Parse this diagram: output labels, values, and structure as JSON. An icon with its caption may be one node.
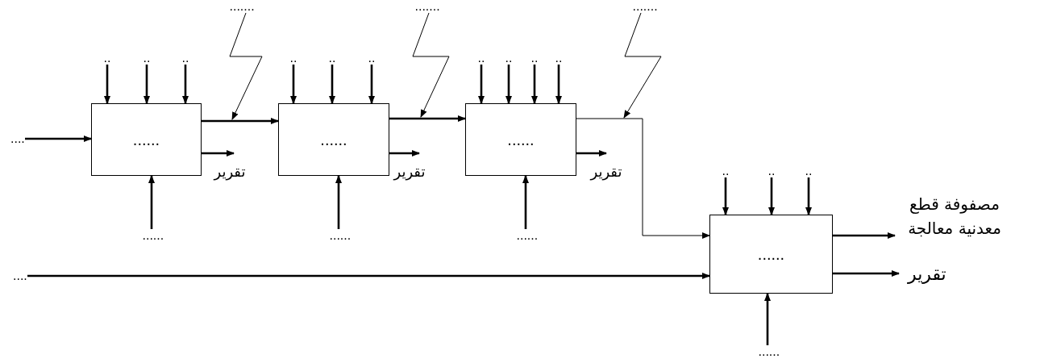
{
  "diagram": {
    "nodes": [
      {
        "text": [
          "...."
        ]
      },
      {
        "text": [
          "......"
        ]
      },
      {
        "text": [
          "......"
        ]
      },
      {
        "text": [
          "......"
        ]
      },
      {
        "text": [
          "......"
        ]
      },
      {
        "text": [
          ".."
        ]
      },
      {
        "text": [
          ".."
        ]
      },
      {
        "text": [
          ".."
        ]
      },
      {
        "text": [
          ".."
        ]
      },
      {
        "text": [
          ".."
        ]
      },
      {
        "text": [
          ".."
        ]
      },
      {
        "text": [
          ".."
        ]
      },
      {
        "text": [
          ".."
        ]
      },
      {
        "text": [
          ".."
        ]
      },
      {
        "text": [
          ".."
        ]
      },
      {
        "text": [
          ".."
        ]
      },
      {
        "text": [
          ".."
        ]
      },
      {
        "text": [
          ".."
        ]
      },
      {
        "text": [
          "......"
        ]
      },
      {
        "text": [
          "......"
        ]
      },
      {
        "text": [
          "......"
        ]
      },
      {
        "text": [
          "......"
        ]
      },
      {
        "text": [
          "......."
        ]
      },
      {
        "text": [
          "......."
        ]
      },
      {
        "text": [
          "......."
        ]
      },
      {
        "text": [
          "تقرير"
        ]
      },
      {
        "text": [
          "تقرير"
        ]
      },
      {
        "text": [
          "تقرير"
        ]
      },
      {
        "text": [
          "...."
        ]
      },
      {
        "text": [
          "مصفوفة قطع معدنية معالجة"
        ]
      },
      {
        "text": [
          "تقرير"
        ]
      }
    ],
    "edges": [
      {
        "from": 0,
        "to": 1,
        "arrow": "to"
      },
      {
        "from": 1,
        "to": 2,
        "arrow": "to"
      },
      {
        "from": 2,
        "to": 3,
        "arrow": "to"
      },
      {
        "from": 3,
        "to": 4,
        "arrow": "to"
      },
      {
        "from": 5,
        "to": 1,
        "arrow": "to"
      },
      {
        "from": 6,
        "to": 1,
        "arrow": "to"
      },
      {
        "from": 7,
        "to": 1,
        "arrow": "to"
      },
      {
        "from": 8,
        "to": 2,
        "arrow": "to"
      },
      {
        "from": 9,
        "to": 2,
        "arrow": "to"
      },
      {
        "from": 10,
        "to": 2,
        "arrow": "to"
      },
      {
        "from": 11,
        "to": 3,
        "arrow": "to"
      },
      {
        "from": 12,
        "to": 3,
        "arrow": "to"
      },
      {
        "from": 13,
        "to": 3,
        "arrow": "to"
      },
      {
        "from": 14,
        "to": 3,
        "arrow": "to"
      },
      {
        "from": 15,
        "to": 4,
        "arrow": "to"
      },
      {
        "from": 16,
        "to": 4,
        "arrow": "to"
      },
      {
        "from": 17,
        "to": 4,
        "arrow": "to"
      },
      {
        "from": 18,
        "to": 1,
        "arrow": "to"
      },
      {
        "from": 19,
        "to": 2,
        "arrow": "to"
      },
      {
        "from": 20,
        "to": 3,
        "arrow": "to"
      },
      {
        "from": 21,
        "to": 4,
        "arrow": "to"
      },
      {
        "from": 22,
        "to": null,
        "arrow": "to"
      },
      {
        "from": 23,
        "to": null,
        "arrow": "to"
      },
      {
        "from": 24,
        "to": null,
        "arrow": "to"
      },
      {
        "from": 1,
        "to": 25,
        "arrow": "to"
      },
      {
        "from": 2,
        "to": 26,
        "arrow": "to"
      },
      {
        "from": 3,
        "to": 27,
        "arrow": "to"
      },
      {
        "from": 28,
        "to": 4,
        "arrow": "to"
      },
      {
        "from": 4,
        "to": 29,
        "arrow": "to"
      },
      {
        "from": 4,
        "to": 30,
        "arrow": "to"
      }
    ]
  }
}
